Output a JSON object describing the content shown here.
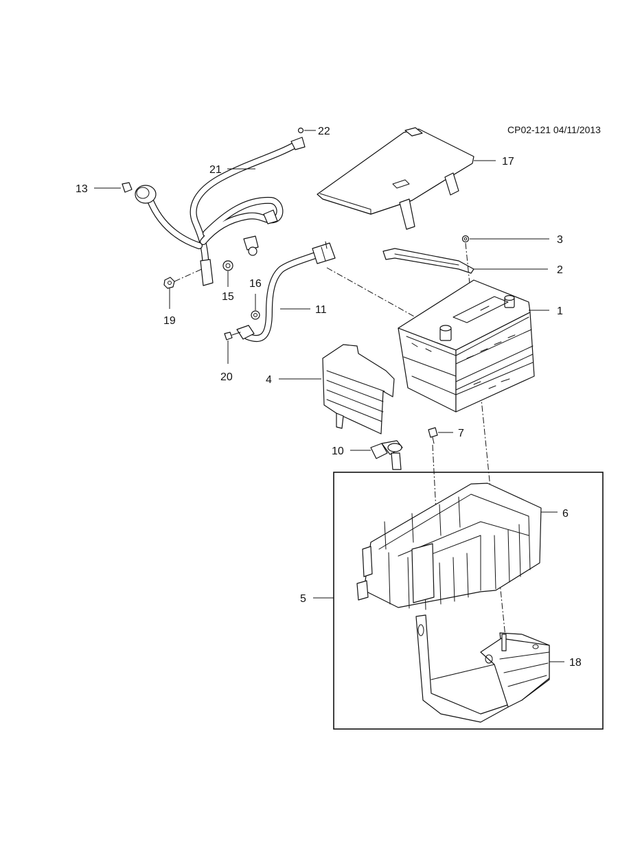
{
  "document_ref": "CP02-121 04/11/2013",
  "callouts": {
    "c1": "1",
    "c2": "2",
    "c3": "3",
    "c4": "4",
    "c5": "5",
    "c6": "6",
    "c7": "7",
    "c10": "10",
    "c11": "11",
    "c13": "13",
    "c15": "15",
    "c16": "16",
    "c17": "17",
    "c18": "18",
    "c19": "19",
    "c20": "20",
    "c21": "21",
    "c22": "22"
  }
}
